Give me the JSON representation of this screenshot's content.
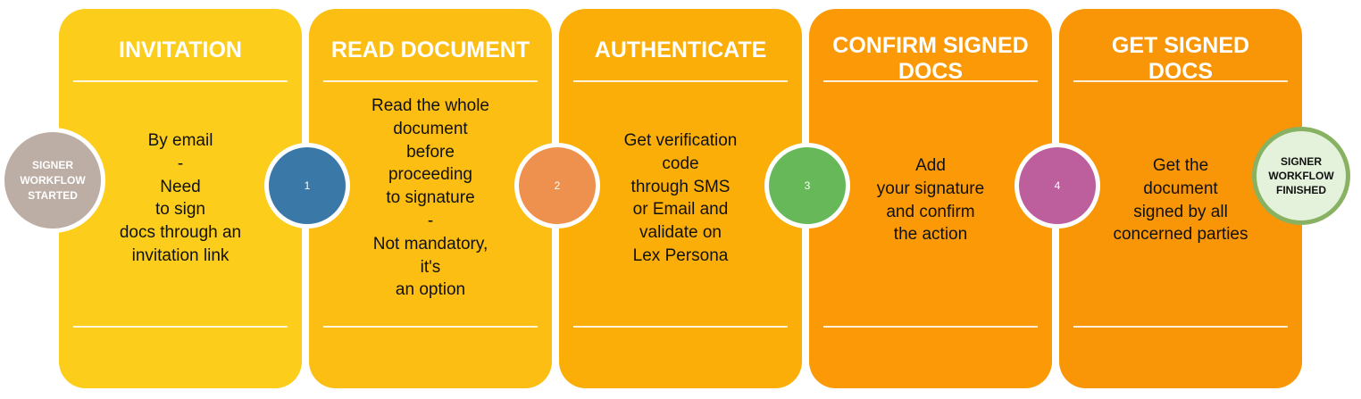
{
  "start_label": "SIGNER\nWORKFLOW\nSTARTED",
  "end_label": "SIGNER\nWORKFLOW\nFINISHED",
  "steps": [
    {
      "title": "INVITATION",
      "text": "By email\n-\nNeed\nto sign\ndocs through an\ninvitation link",
      "color": "#FCCD1A"
    },
    {
      "title": "READ DOCUMENT",
      "text": "Read the whole\ndocument\nbefore\nproceeding\nto signature\n-\nNot mandatory,\nit's\nan option",
      "color": "#FCBE12"
    },
    {
      "title": "AUTHENTICATE",
      "text": "Get verification\ncode\nthrough SMS\nor Email and\nvalidate on\nLex Persona",
      "color": "#FBAE08"
    },
    {
      "title": "CONFIRM SIGNED\nDOCS",
      "text": "Add\nyour signature\nand confirm\nthe action",
      "color": "#FB9A06"
    },
    {
      "title": "GET SIGNED\nDOCS",
      "text": "Get the\ndocument\nsigned by all\nconcerned parties",
      "color": "#F99607"
    }
  ],
  "connectors": [
    {
      "number": "1",
      "color": "#3A78A8"
    },
    {
      "number": "2",
      "color": "#EE914E"
    },
    {
      "number": "3",
      "color": "#66B859"
    },
    {
      "number": "4",
      "color": "#BD5E9D"
    }
  ]
}
